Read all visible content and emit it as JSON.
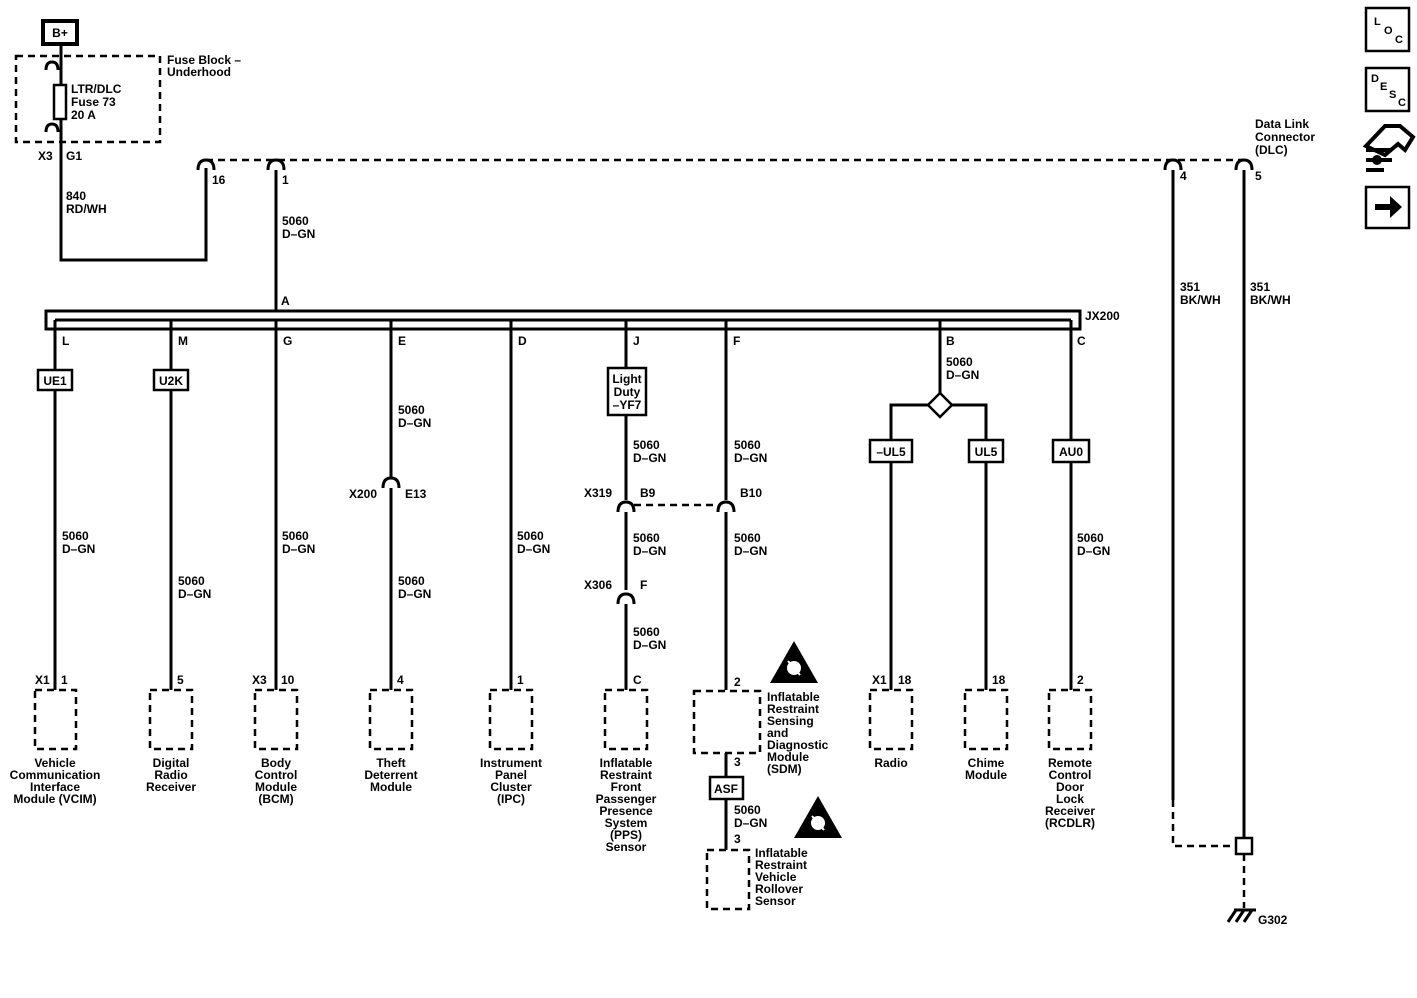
{
  "power": {
    "source": "B+",
    "fuse_block": [
      "Fuse Block –",
      "Underhood"
    ],
    "fuse": [
      "LTR/DLC",
      "Fuse 73",
      "20 A"
    ],
    "conn_x3": "X3",
    "conn_g1": "G1",
    "wire_circuit": "840",
    "wire_color": "RD/WH"
  },
  "dlc": {
    "label": [
      "Data Link",
      "Connector",
      "(DLC)"
    ],
    "pin16": "16",
    "pin1": "1",
    "pin4": "4",
    "pin5": "5",
    "wire4_circuit": "351",
    "wire4_color": "BK/WH",
    "wire5_circuit": "351",
    "wire5_color": "BK/WH"
  },
  "splice": {
    "name": "JX200",
    "pin_a": "A",
    "feed_circuit": "5060",
    "feed_color": "D–GN"
  },
  "circuit": {
    "number": "5060",
    "color": "D–GN"
  },
  "branches": {
    "l": {
      "pin": "L",
      "option": "UE1",
      "conn": "X1",
      "term": "1",
      "module": [
        "Vehicle",
        "Communication",
        "Interface",
        "Module (VCIM)"
      ]
    },
    "m": {
      "pin": "M",
      "option": "U2K",
      "term": "5",
      "module": [
        "Digital",
        "Radio",
        "Receiver"
      ]
    },
    "g": {
      "pin": "G",
      "conn": "X3",
      "term": "10",
      "module": [
        "Body",
        "Control",
        "Module",
        "(BCM)"
      ]
    },
    "e": {
      "pin": "E",
      "conn": "X200",
      "conn_pin": "E13",
      "term": "4",
      "module": [
        "Theft",
        "Deterrent",
        "Module"
      ]
    },
    "d": {
      "pin": "D",
      "term": "1",
      "module": [
        "Instrument",
        "Panel",
        "Cluster",
        "(IPC)"
      ]
    },
    "j": {
      "pin": "J",
      "option": [
        "Light",
        "Duty",
        "–YF7"
      ],
      "conn_x319": "X319",
      "pin_b9": "B9",
      "conn_x306": "X306",
      "pin_f": "F",
      "term": "C",
      "module": [
        "Inflatable",
        "Restraint",
        "Front",
        "Passenger",
        "Presence",
        "System",
        "(PPS)",
        "Sensor"
      ]
    },
    "f": {
      "pin": "F",
      "pin_b10": "B10",
      "term": "2",
      "module": [
        "Inflatable",
        "Restraint",
        "Sensing",
        "and",
        "Diagnostic",
        "Module",
        "(SDM)"
      ],
      "term_out": "3",
      "option": "ASF",
      "term_rollover": "3",
      "module2": [
        "Inflatable",
        "Restraint",
        "Vehicle",
        "Rollover",
        "Sensor"
      ]
    },
    "b": {
      "pin": "B",
      "option_neg": "–UL5",
      "option_pos": "UL5",
      "conn_radio": "X1",
      "term_radio": "18",
      "module_radio": [
        "Radio"
      ],
      "term_chime": "18",
      "module_chime": [
        "Chime",
        "Module"
      ]
    },
    "c": {
      "pin": "C",
      "option": "AU0",
      "term": "2",
      "module": [
        "Remote",
        "Control",
        "Door",
        "Lock",
        "Receiver",
        "(RCDLR)"
      ]
    }
  },
  "ground": {
    "name": "G302"
  },
  "nav": {
    "loc": [
      "L",
      "O",
      "C"
    ],
    "desc": [
      "D",
      "E",
      "S",
      "C"
    ],
    "icons": [
      "connector-icon",
      "next-arrow-icon"
    ]
  },
  "colors": {
    "ink": "#000000",
    "background": "#ffffff"
  }
}
